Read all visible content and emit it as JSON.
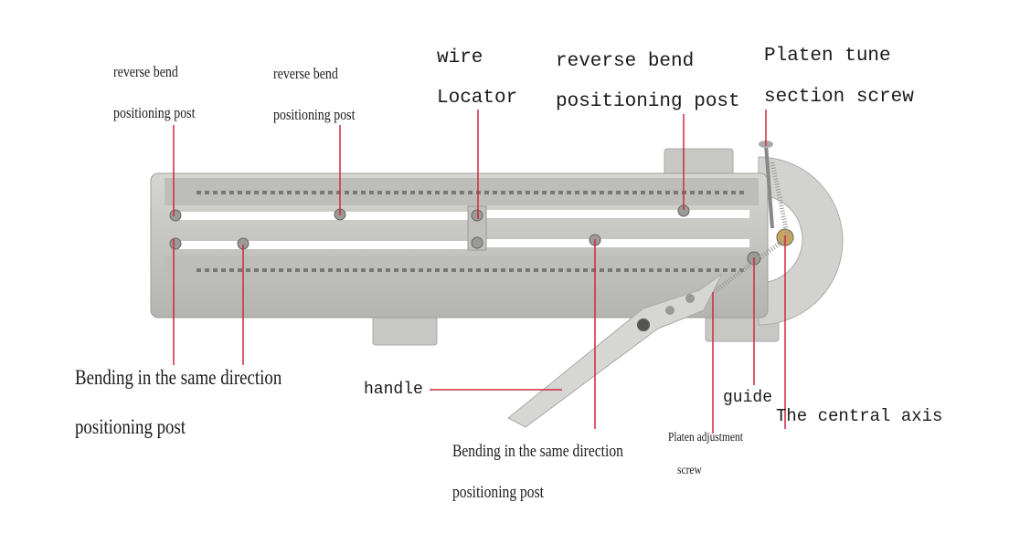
{
  "labels": {
    "reverse_bend_1": {
      "line1": "reverse bend",
      "line2": "positioning post"
    },
    "reverse_bend_2": {
      "line1": "reverse bend",
      "line2": "positioning post"
    },
    "wire_locator": {
      "line1": "wire",
      "line2": "Locator"
    },
    "reverse_bend_3": {
      "line1": "reverse bend",
      "line2": "positioning post"
    },
    "platen_tune": {
      "line1": "Platen tune",
      "line2": "section screw"
    },
    "same_direction_1": {
      "line1": "Bending in the same direction",
      "line2": "positioning post"
    },
    "handle": "handle",
    "same_direction_2": {
      "line1": "Bending in the same direction",
      "line2": "positioning post"
    },
    "platen_adjustment": {
      "line1": "Platen adjustment",
      "line2": "screw"
    },
    "guide": "guide",
    "central_axis": "The central axis"
  },
  "colors": {
    "leader": "#d0283c",
    "steel": "#c9c9c6",
    "steel_dark": "#a9a9a5",
    "slot": "#ffffff"
  }
}
